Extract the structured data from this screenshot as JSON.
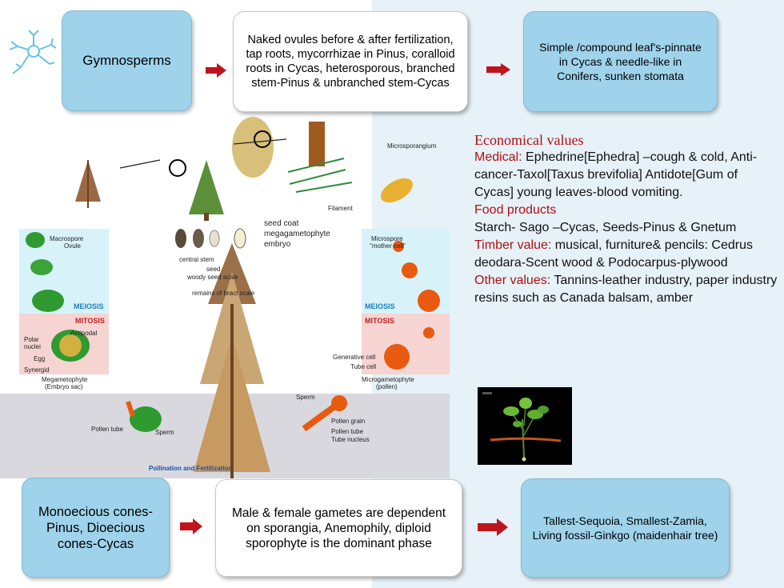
{
  "top_row": {
    "gymnosperms": "Gymnosperms",
    "ovules_text": "Naked ovules before & after fertilization, tap roots, mycorrhizae in Pinus,  coralloid roots in Cycas, heterosporous, branched stem-Pinus & unbranched stem-Cycas",
    "leaf_text": "Simple /compound leaf's-pinnate in Cycas & needle-like in Conifers, sunken stomata"
  },
  "bottom_row": {
    "cones_text": "Monoecious cones-Pinus, Dioecious cones-Cycas",
    "gametes_text": "Male & female gametes are dependent on sporangia, Anemophily, diploid sporophyte is the dominant phase",
    "tallest_text": "Tallest-Sequoia, Smallest-Zamia, Living fossil-Ginkgo (maidenhair tree)"
  },
  "economical": {
    "heading": "Economical values",
    "medical_label": "Medical:",
    "medical_text": " Ephedrine[Ephedra] –cough & cold, Anti-cancer-Taxol[Taxus brevifolia] Antidote[Gum of Cycas] young leaves-blood vomiting.",
    "food_label": "Food products",
    "food_text": "Starch- Sago –Cycas, Seeds-Pinus & Gnetum",
    "timber_label": "Timber value:",
    "timber_text": " musical, furniture& pencils: Cedrus deodara-Scent wood & Podocarpus-plywood",
    "other_label": "Other values:",
    "other_text": " Tannins-leather industry, paper industry",
    "resins_text": "resins such as Canada balsam, amber"
  },
  "diagram": {
    "microsporangium": "Microsporangium",
    "filament": "Filament",
    "seed_coat": "seed coat",
    "megagametophyte": "megagametophyte",
    "embryo": "embryo",
    "central_stem": "central stem",
    "seed": "seed",
    "woody_seed_scale": "woody seed scale",
    "bract_scale": "remains of bract scale",
    "macrospore": "Macrospore",
    "ovule": "Ovule",
    "microspore": "Microspore",
    "mother_cell": "\"mother cell\"",
    "meiosis_left": "MEIOSIS",
    "meiosis_right": "MEIOSIS",
    "mitosis_left": "MITOSIS",
    "mitosis_right": "MITOSIS",
    "antipodal": "Antipodal",
    "polar_nuclei": "Polar nuclei",
    "egg": "Egg",
    "synergid": "Synergid",
    "megametophyte": "Megametophyte",
    "embryo_sac": "(Embryo sac)",
    "generative_cell": "Generative cell",
    "tube_cell": "Tube cell",
    "microgametophyte": "Microgametophyte",
    "pollen": "(pollen)",
    "sperm_left": "Sperm",
    "pollen_tube_left": "Pollen tube",
    "sperm_right": "Sperm",
    "pollen_grain": "Pollen grain",
    "pollen_tube_right": "Pollen tube",
    "tube_nucleus": "Tube nucleus",
    "pollination": "Pollination and Fertilization"
  },
  "colors": {
    "blue_box": "#9fd3ec",
    "arrow": "#c0141c",
    "heading_red": "#b01010",
    "meiosis_band": "#d8f2fa",
    "mitosis_band": "#f6d4d2"
  }
}
